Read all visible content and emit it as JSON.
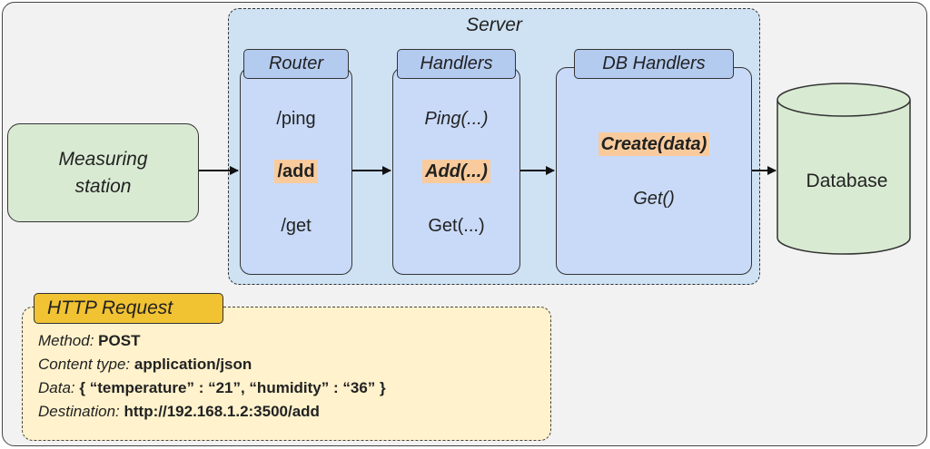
{
  "server": {
    "title": "Server"
  },
  "source": {
    "line1": "Measuring",
    "line2": "station"
  },
  "router": {
    "title": "Router",
    "routes": [
      "/ping",
      "/add",
      "/get"
    ]
  },
  "handlers": {
    "title": "Handlers",
    "items": [
      "Ping(...)",
      "Add(...)",
      "Get(...)"
    ]
  },
  "db_handlers": {
    "title": "DB Handlers",
    "items": [
      "Create(data)",
      "Get()"
    ]
  },
  "database": {
    "label": "Database"
  },
  "http_request": {
    "title": "HTTP Request",
    "method_label": "Method:",
    "method_value": "POST",
    "content_type_label": "Content type:",
    "content_type_value": "application/json",
    "data_label": "Data:",
    "data_value": "{ “temperature” : “21”,  “humidity” : “36” }",
    "destination_label": "Destination:",
    "destination_value": "http://192.168.1.2:3500/add"
  },
  "colors": {
    "server_fill": "#cfe2f3",
    "column_fill": "#c9daf8",
    "highlight": "#f9cb9c",
    "source_fill": "#d9ead3",
    "database_fill": "#d9ead3",
    "request_fill": "#fff2cc",
    "request_tab": "#f1c232"
  }
}
